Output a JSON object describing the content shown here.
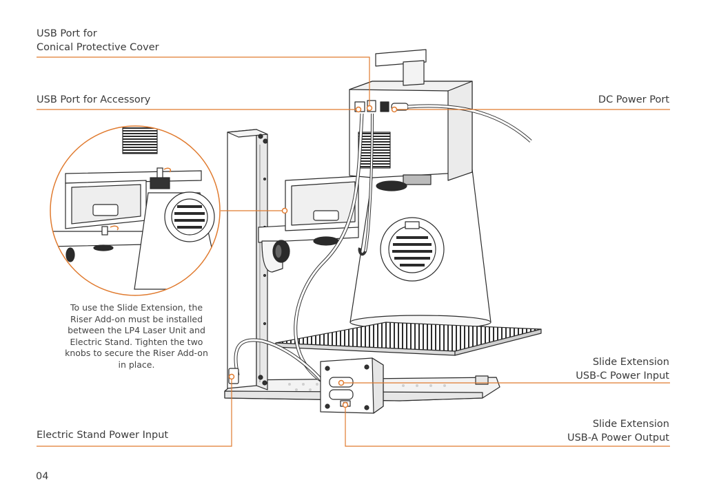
{
  "labels": {
    "usb_conical": [
      "USB Port for",
      "Conical Protective Cover"
    ],
    "usb_accessory": "USB Port for Accessory",
    "dc_power": "DC Power Port",
    "slide_usbc": [
      "Slide Extension",
      "USB-C Power Input"
    ],
    "slide_usba": [
      "Slide Extension",
      "USB-A Power Output"
    ],
    "stand_power": "Electric Stand Power Input"
  },
  "note": [
    "To use the Slide Extension,  the",
    "Riser Add-on must be installed",
    "between the LP4 Laser Unit and",
    "Electric Stand. Tighten the two",
    "knobs to secure the Riser Add-on",
    "in place."
  ],
  "page_number": "04",
  "colors": {
    "accent": "#e07a2e",
    "ink": "#3a3a3a",
    "line": "#2a2a2a"
  }
}
